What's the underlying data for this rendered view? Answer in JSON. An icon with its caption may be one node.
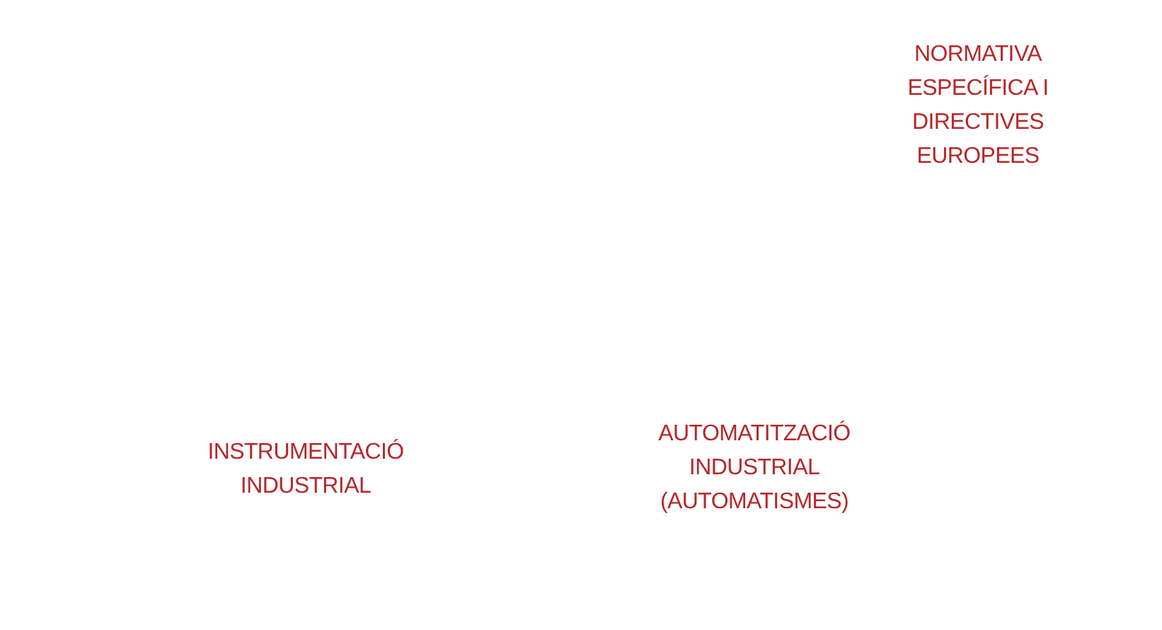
{
  "diagram": {
    "labels": [
      "NORMATIVA ESPECÍFICA I DIRECTIVES EUROPEES",
      "INSTRUMENTACIÓ INDUSTRIAL",
      "AUTOMATITZACIÓ INDUSTRIAL (AUTOMATISMES)"
    ]
  }
}
